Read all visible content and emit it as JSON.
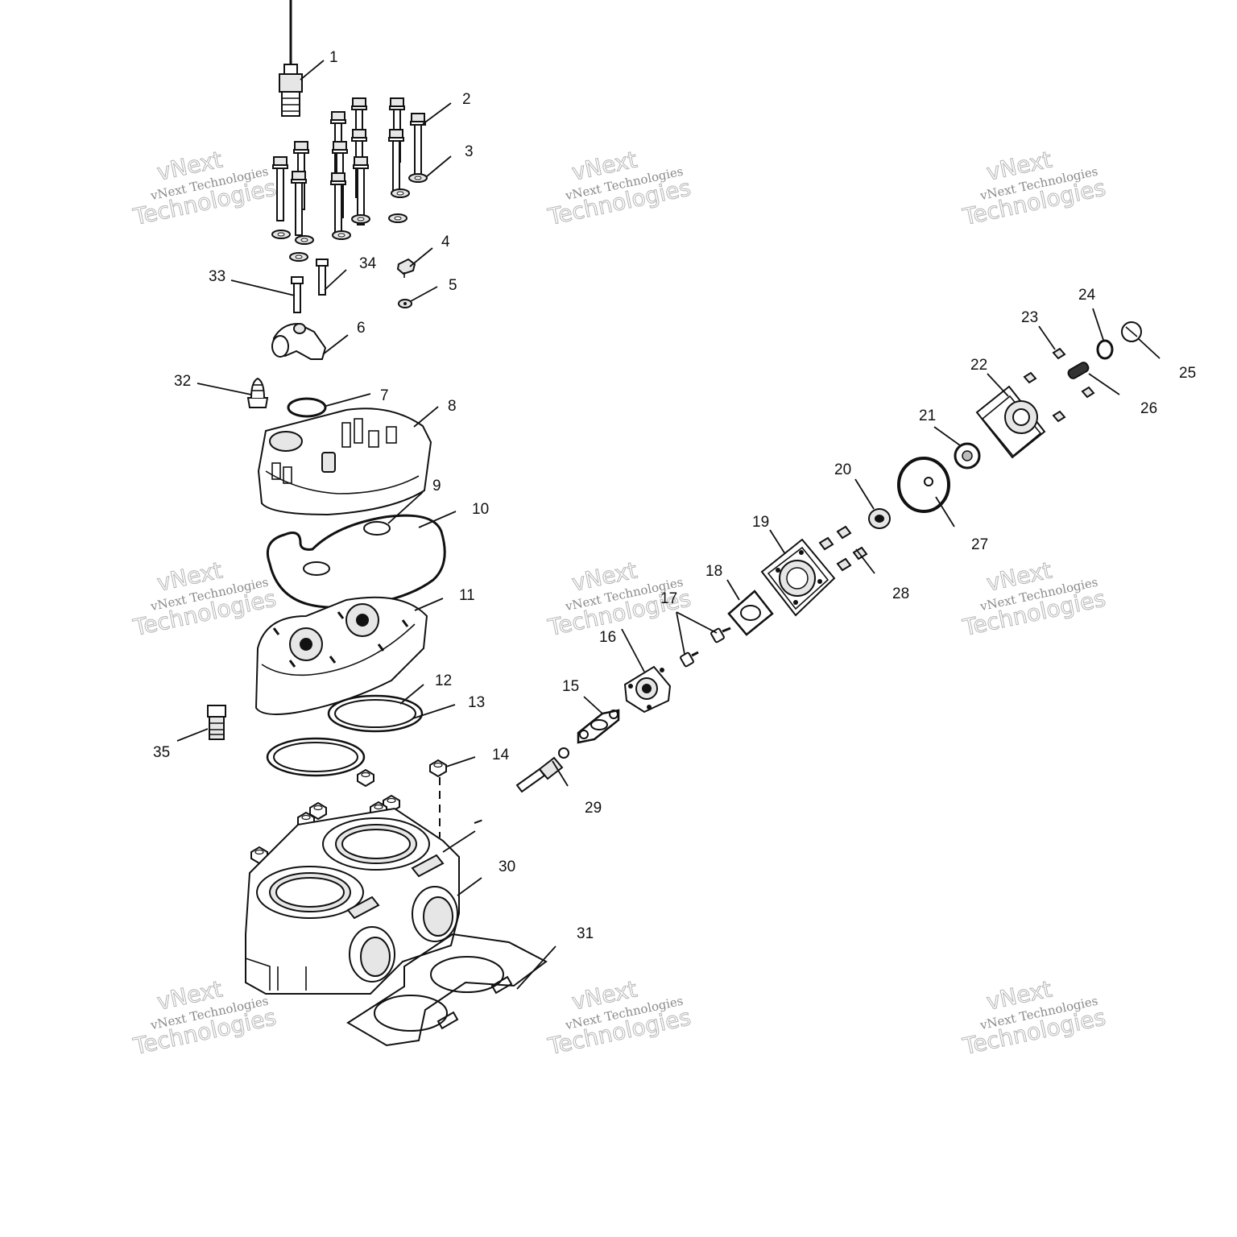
{
  "callouts": [
    "1",
    "2",
    "3",
    "4",
    "5",
    "6",
    "7",
    "8",
    "9",
    "10",
    "11",
    "12",
    "13",
    "14",
    "15",
    "16",
    "17",
    "18",
    "19",
    "20",
    "21",
    "22",
    "23",
    "24",
    "25",
    "26",
    "27",
    "28",
    "29",
    "30",
    "31",
    "32",
    "33",
    "34",
    "35"
  ],
  "watermark": {
    "line1": "vNext Technologies",
    "line2": "vNext",
    "line3": "Technologies"
  },
  "colors": {
    "ink": "#111111",
    "background": "#ffffff",
    "watermark": "#8a8a8a"
  }
}
